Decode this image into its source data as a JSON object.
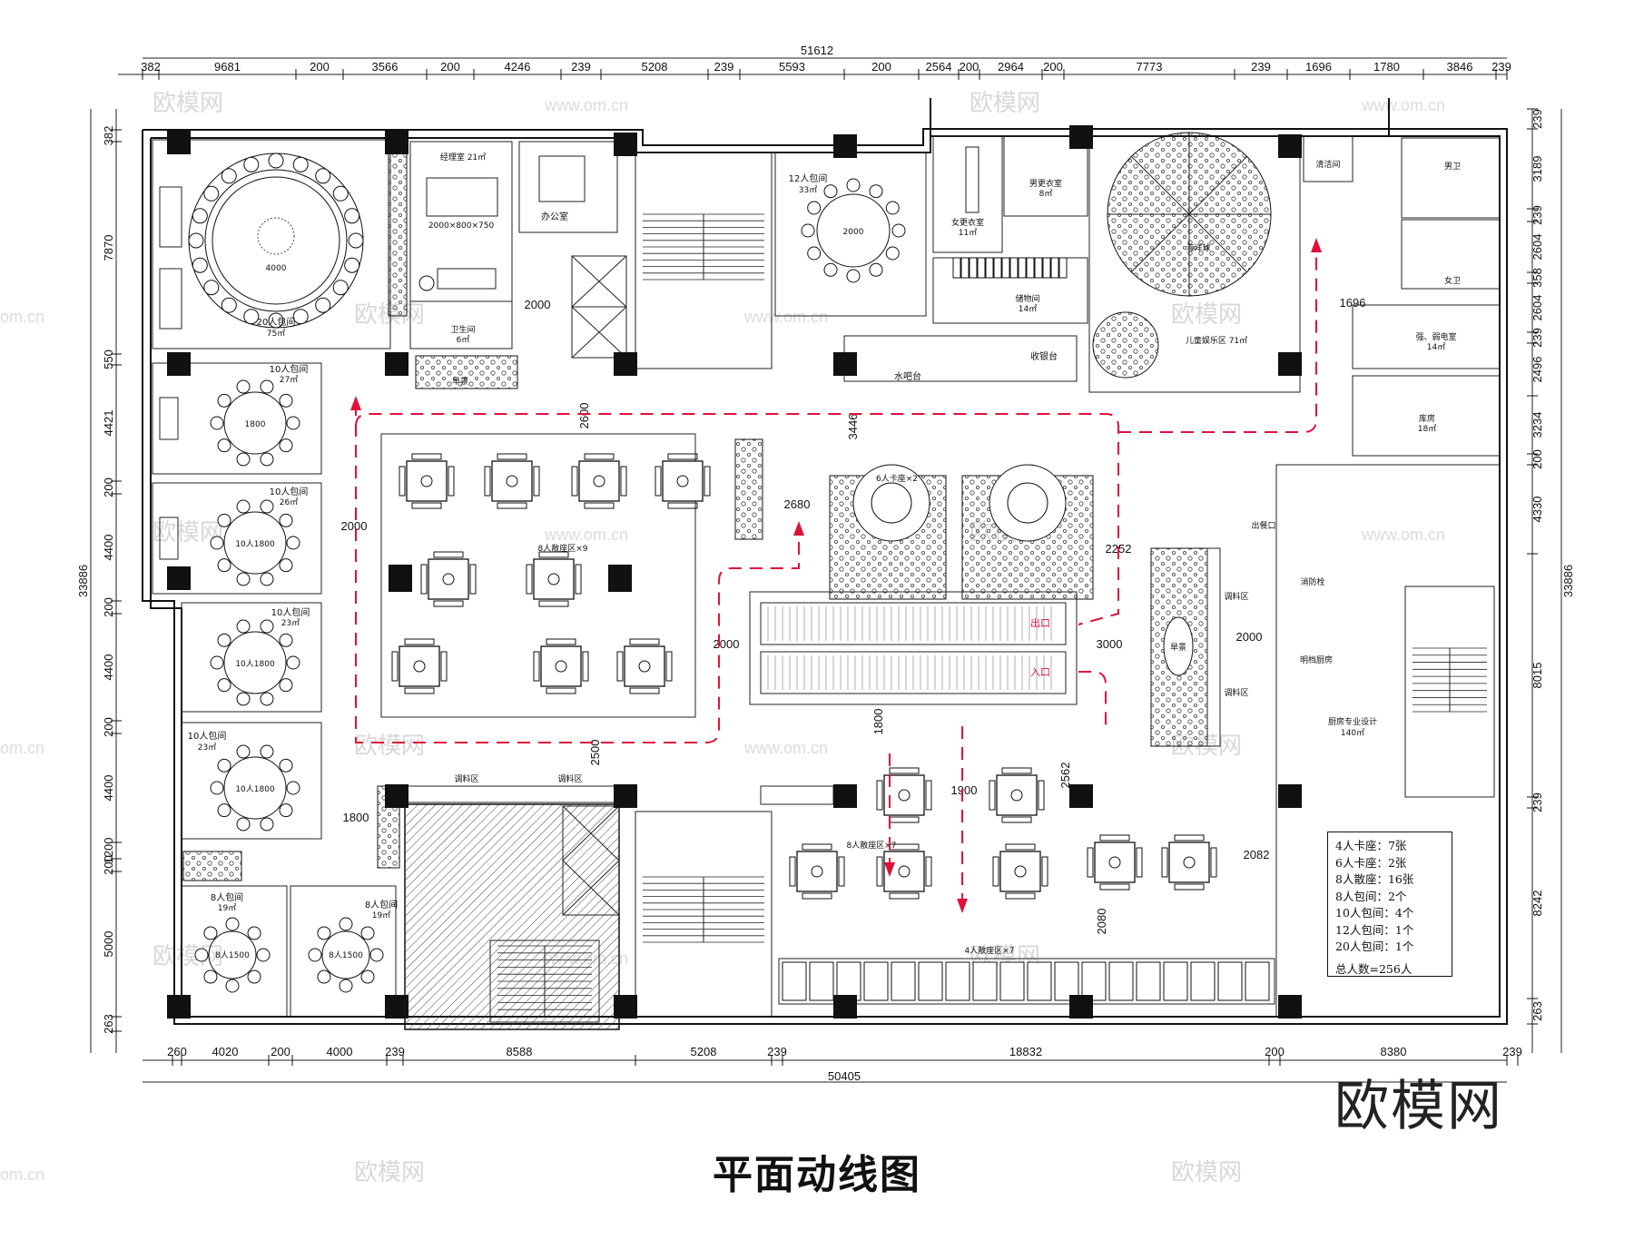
{
  "title": "平面动线图",
  "brand": "欧模网",
  "watermark": {
    "cn": "欧模网",
    "site": "www.om.cn",
    "site_short": "om.cn"
  },
  "dimensions": {
    "top_total": "51612",
    "top_segments": [
      "382",
      "9681",
      "200",
      "3566",
      "200",
      "4246",
      "239",
      "5208",
      "239",
      "5593",
      "200",
      "2564",
      "200",
      "2964",
      "200",
      "7773",
      "239",
      "1696",
      "1780",
      "3846",
      "239"
    ],
    "bottom_total": "50405",
    "bottom_segments": [
      "260",
      "4020",
      "200",
      "4000",
      "239",
      "8588",
      "5208",
      "239",
      "18832",
      "200",
      "8380",
      "239"
    ],
    "left_total": "33886",
    "left_segments": [
      "382",
      "7870",
      "550",
      "4421",
      "200",
      "4400",
      "200",
      "4400",
      "200",
      "4400",
      "1200",
      "200",
      "5000",
      "263"
    ],
    "right_total": "33886",
    "right_segments": [
      "239",
      "3189",
      "239",
      "2604",
      "358",
      "2604",
      "239",
      "2496",
      "3234",
      "200",
      "4330",
      "8015",
      "239",
      "8242",
      "263"
    ],
    "interior": [
      "2000",
      "2600",
      "3446",
      "2680",
      "2252",
      "2000",
      "3000",
      "2000",
      "1800",
      "2500",
      "1800",
      "1900",
      "2562",
      "2082",
      "2080",
      "1696",
      "2000"
    ]
  },
  "rooms": {
    "r20": "20人包间",
    "r20_area": "75㎡",
    "r20_table": "4000",
    "manager": "经理室 21㎡",
    "office": "办公室",
    "wc": "卫生间",
    "wc_area": "6㎡",
    "r12": "12人包间",
    "r12_area": "33㎡",
    "r12_table": "2000",
    "f_locker": "女更衣室",
    "f_locker_area": "11㎡",
    "m_locker": "男更衣室",
    "m_locker_area": "8㎡",
    "storage": "储物间",
    "storage_area": "14㎡",
    "kids": "儿童娱乐区 71㎡",
    "ball_pool": "海洋球",
    "cleaning": "清洁间",
    "men": "男卫",
    "women": "女卫",
    "elec": "强、弱电室",
    "elec_area": "14㎡",
    "store": "库房",
    "store_area": "18㎡",
    "water_bar": "水吧台",
    "cashier": "收银台",
    "landscape": "旱景",
    "r10a": "10人包间",
    "r10a_area": "27㎡",
    "r10a_table": "1800",
    "r10b": "10人包间",
    "r10b_area": "26㎡",
    "r10_table": "10人1800",
    "r10c": "10人包间",
    "r10c_area": "23㎡",
    "r10d": "10人包间",
    "r10d_area": "23㎡",
    "r8a": "8人包间",
    "r8a_area": "19㎡",
    "r8_table": "8人1500",
    "r8b": "8人包间",
    "r8b_area": "19㎡",
    "hall8": "8人散座区×9",
    "booth6": "6人卡座×2",
    "hall8b": "8人散座区×7",
    "hall4": "4人散座区×7",
    "seasoning": "调料区",
    "out_window": "出餐口",
    "open_kitchen": "明档厨房",
    "kitchen": "厨房专业设计",
    "kitchen_area": "140㎡",
    "exit": "出口",
    "entrance": "入口",
    "fire": "消防栓",
    "desk_size": "2000×800×750"
  },
  "legend": {
    "lines": [
      "4人卡座：7张",
      "6人卡座：2张",
      "8人散座：16张",
      "8人包间：2个",
      "10人包间：4个",
      "12人包间：1个",
      "20人包间：1个"
    ],
    "total": "总人数=256人"
  },
  "colors": {
    "flow": "#e0103a",
    "ink": "#111111"
  }
}
